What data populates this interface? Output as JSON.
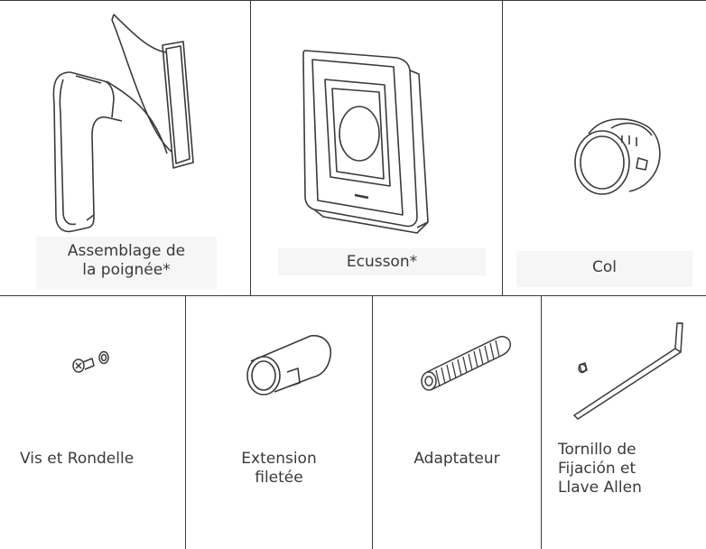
{
  "parts": [
    {
      "id": "handle",
      "label": "Assemblage de\nla poignée*",
      "icon": "handle-assembly-icon"
    },
    {
      "id": "escutcheon",
      "label": "Ecusson*",
      "icon": "escutcheon-icon"
    },
    {
      "id": "collar",
      "label": "Col",
      "icon": "collar-icon"
    },
    {
      "id": "screw-washer",
      "label": "Vis et Rondelle",
      "icon": "screw-washer-icon"
    },
    {
      "id": "extension",
      "label": "Extension\nfiletée",
      "icon": "threaded-extension-icon"
    },
    {
      "id": "adapter",
      "label": "Adaptateur",
      "icon": "adapter-icon"
    },
    {
      "id": "set-screw-allen",
      "label": "Tornillo de\nFijación et\nLlave Allen",
      "icon": "set-screw-allen-key-icon"
    }
  ],
  "colors": {
    "line": "#3a3a3a",
    "text": "#3a3a3a",
    "label_band": "#f4f4f4"
  }
}
